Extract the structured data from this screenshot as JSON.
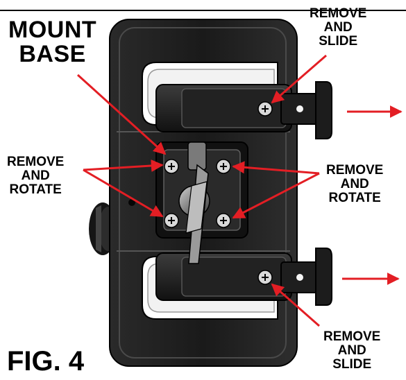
{
  "labels": {
    "mount_base": [
      "MOUNT",
      "BASE"
    ],
    "remove_slide_top": [
      "REMOVE",
      "AND",
      "SLIDE"
    ],
    "remove_rotate_left": [
      "REMOVE",
      "AND",
      "ROTATE"
    ],
    "remove_rotate_right": [
      "REMOVE",
      "AND",
      "ROTATE"
    ],
    "remove_slide_bottom": [
      "REMOVE",
      "AND",
      "SLIDE"
    ],
    "figure": "FIG. 4"
  },
  "colors": {
    "arrow": "#e31e24",
    "body_dark": "#1e1e1e",
    "body_mid": "#3a3a3a",
    "highlight": "#9a9a9a",
    "screw": "#d9d9d9"
  },
  "icons": [
    "phillips-screw-icon",
    "red-arrow-icon"
  ]
}
